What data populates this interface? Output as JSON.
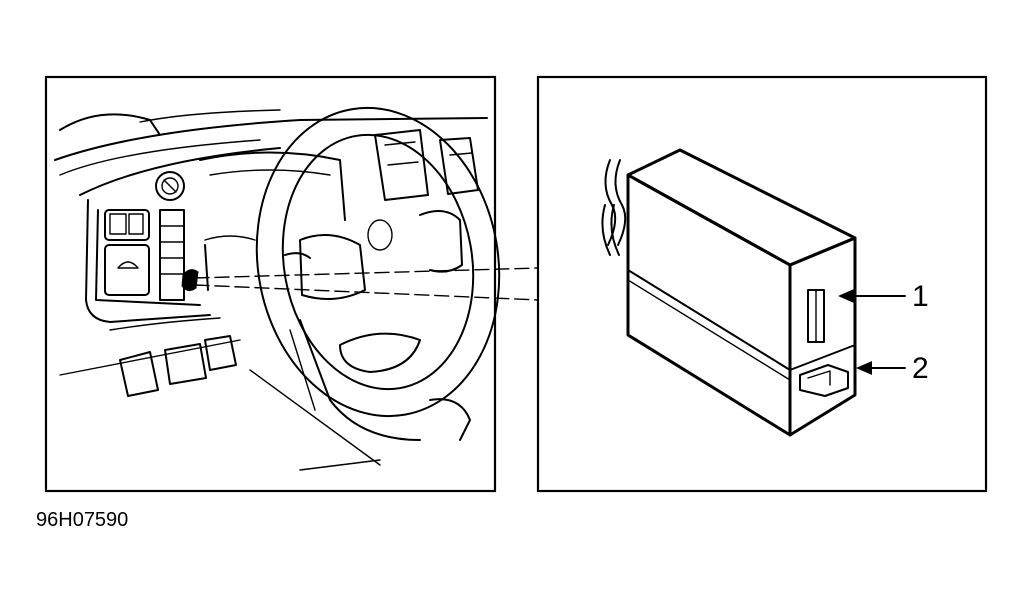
{
  "figure": {
    "id": "96H07590",
    "callouts": [
      {
        "label": "1"
      },
      {
        "label": "2"
      }
    ]
  }
}
